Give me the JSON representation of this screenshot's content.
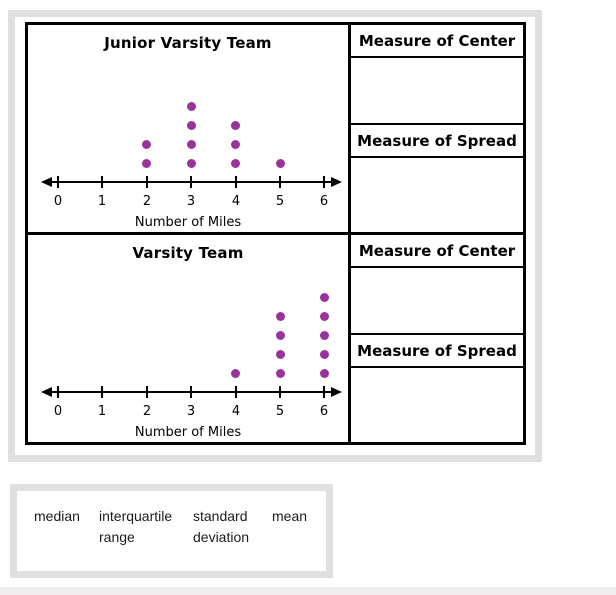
{
  "colors": {
    "dot": "#993399",
    "frame_border": "#e1dfdf",
    "table_border": "#000000",
    "bottom_band": "#f0eeee"
  },
  "sections": [
    {
      "title": "Junior Varsity Team",
      "xlabel": "Number of Miles",
      "center_header": "Measure of Center",
      "spread_header": "Measure of Spread",
      "center_answer": "",
      "spread_answer": ""
    },
    {
      "title": "Varsity Team",
      "xlabel": "Number of Miles",
      "center_header": "Measure of Center",
      "spread_header": "Measure of Spread",
      "center_answer": "",
      "spread_answer": ""
    }
  ],
  "word_bank": {
    "words": [
      "median",
      "interquartile\nrange",
      "standard\ndeviation",
      "mean"
    ]
  },
  "chart_data": [
    {
      "type": "dot_plot",
      "title": "Junior Varsity Team",
      "xlabel": "Number of Miles",
      "x": [
        0,
        1,
        2,
        3,
        4,
        5,
        6
      ],
      "counts": {
        "0": 0,
        "1": 0,
        "2": 2,
        "3": 4,
        "4": 3,
        "5": 1,
        "6": 0
      },
      "values": [
        2,
        2,
        3,
        3,
        3,
        3,
        4,
        4,
        4,
        5
      ],
      "xlim": [
        0,
        6
      ],
      "dot_color": "#993399"
    },
    {
      "type": "dot_plot",
      "title": "Varsity Team",
      "xlabel": "Number of Miles",
      "x": [
        0,
        1,
        2,
        3,
        4,
        5,
        6
      ],
      "counts": {
        "0": 0,
        "1": 0,
        "2": 0,
        "3": 0,
        "4": 1,
        "5": 4,
        "6": 5
      },
      "values": [
        4,
        5,
        5,
        5,
        5,
        6,
        6,
        6,
        6,
        6
      ],
      "xlim": [
        0,
        6
      ],
      "dot_color": "#993399"
    }
  ]
}
